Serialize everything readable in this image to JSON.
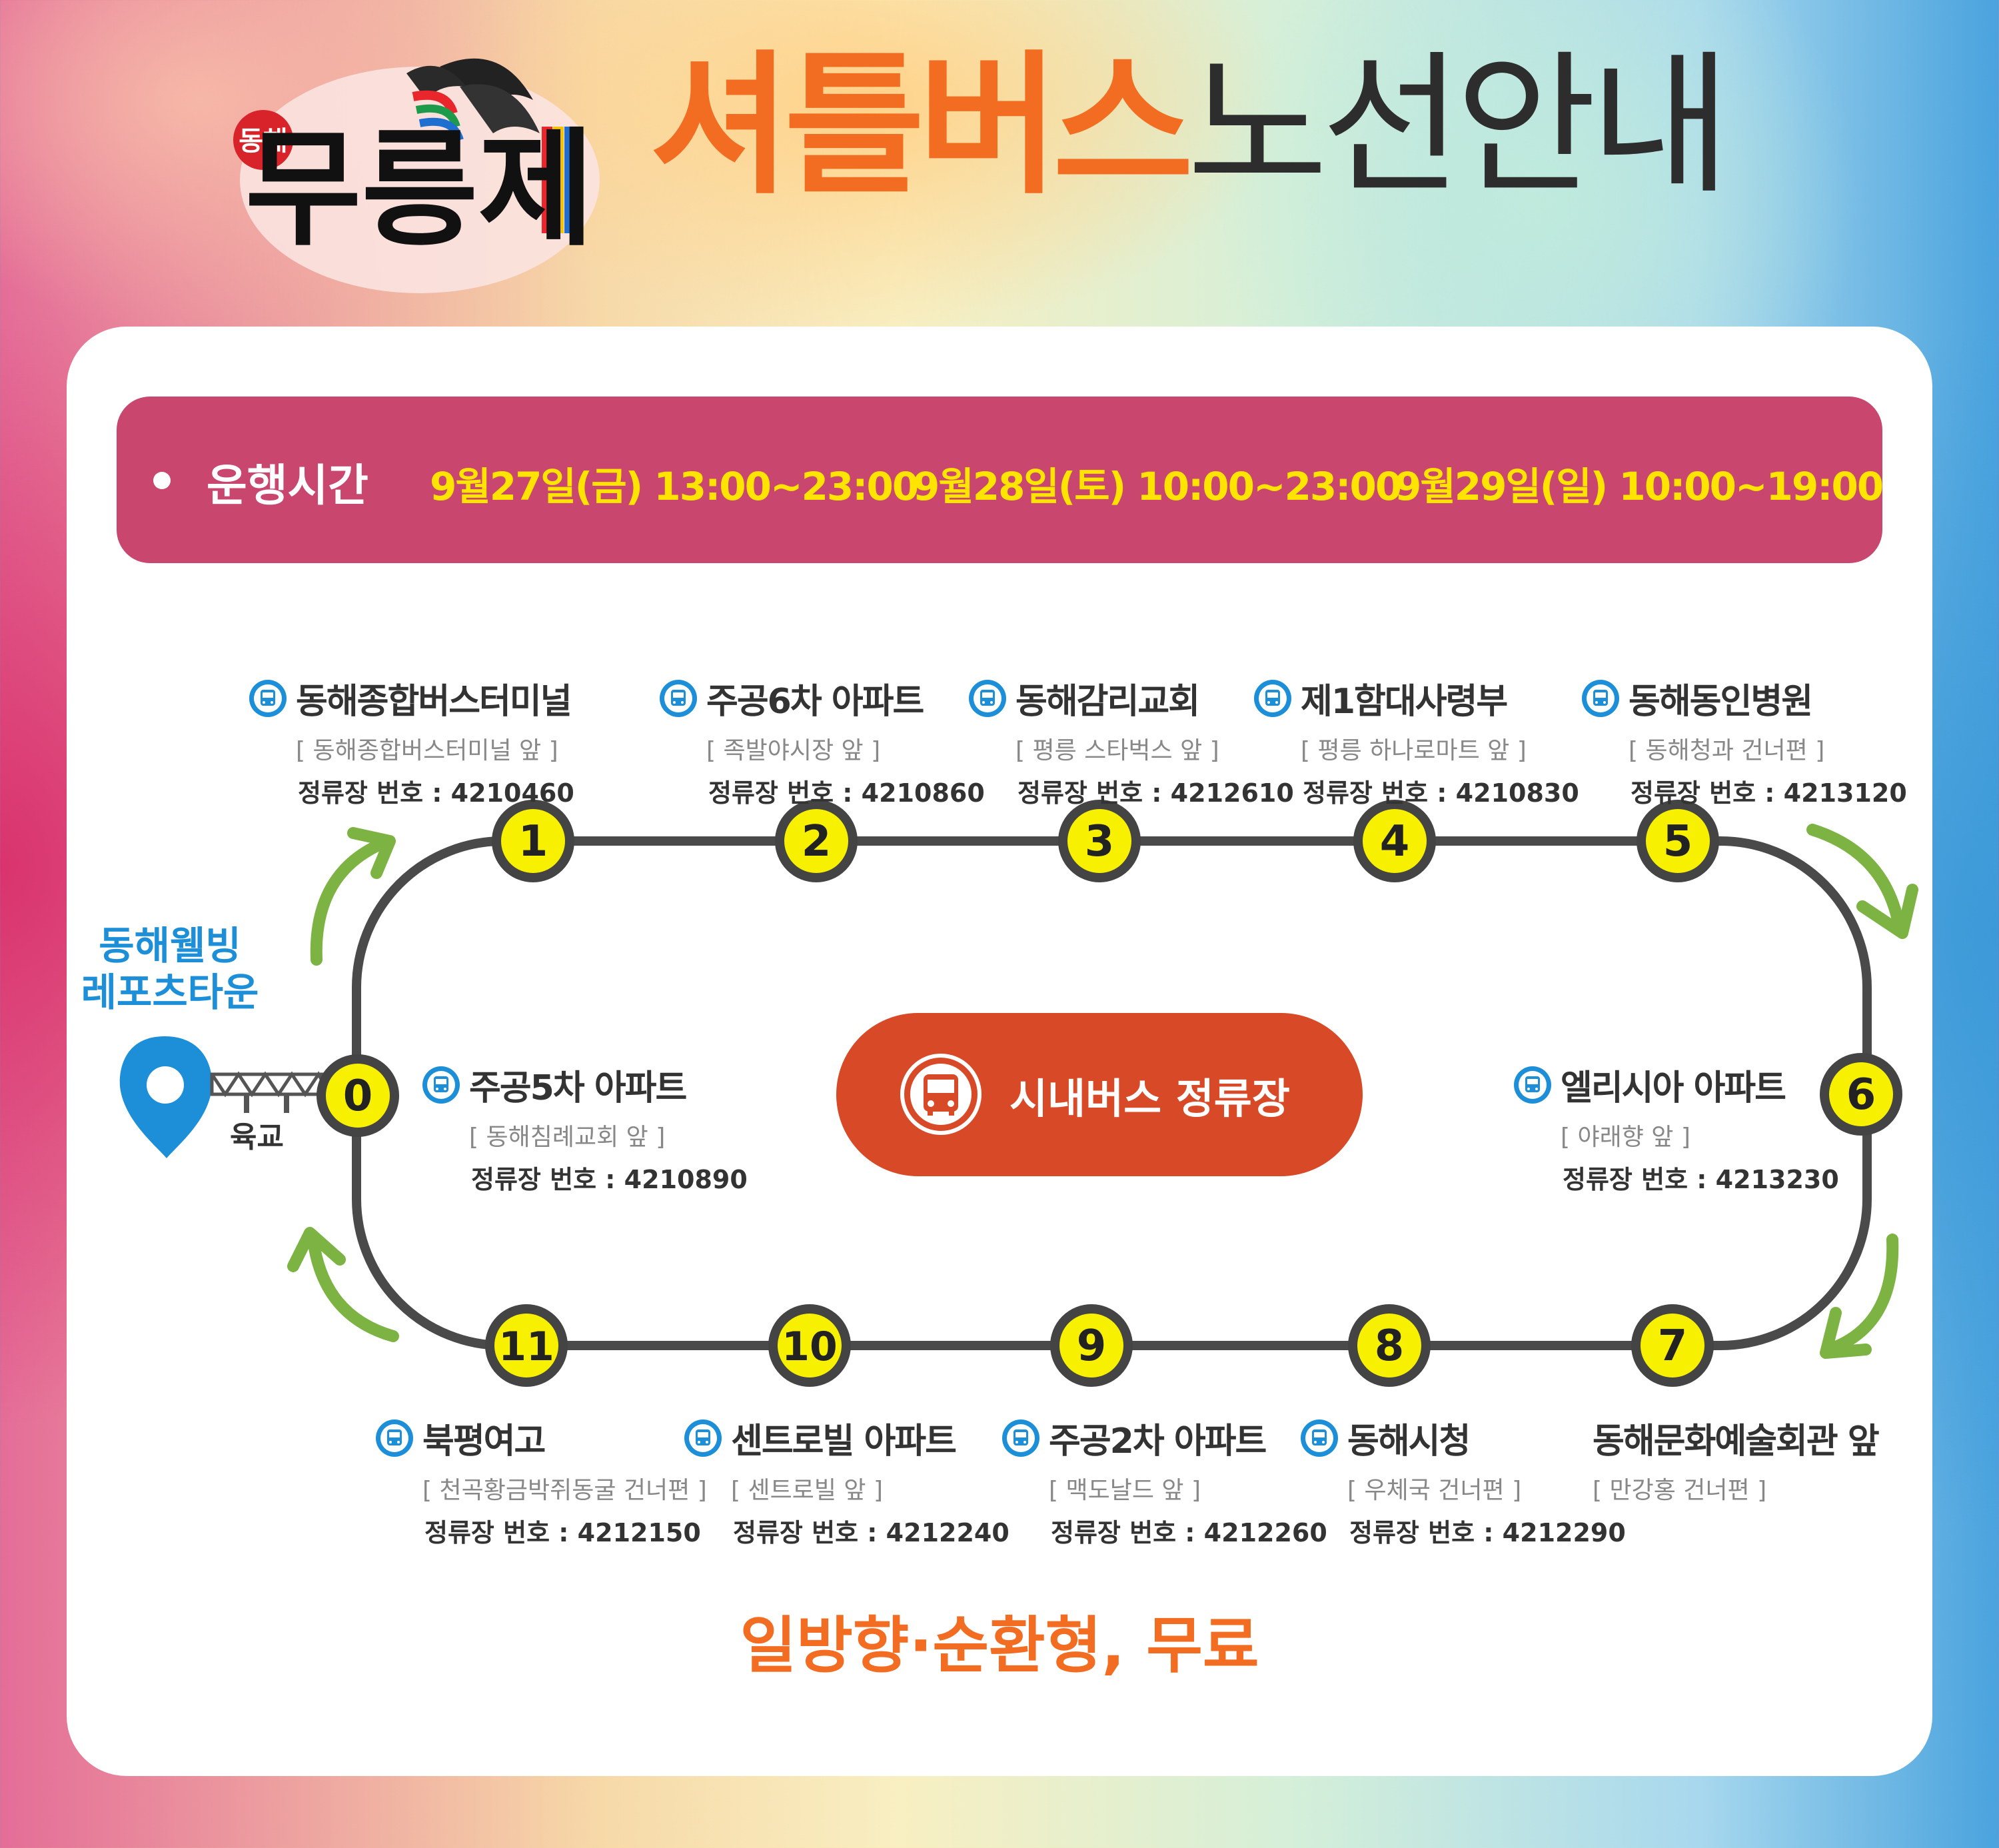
{
  "header": {
    "logo_text_small": "동해",
    "logo_text_main": "무릉제",
    "title_highlight": "셔틀버스",
    "title_rest": "노선안내"
  },
  "hours": {
    "label": "운행시간",
    "schedules": [
      "9월27일(금) 13:00~23:00",
      "9월28일(토) 10:00~23:00",
      "9월29일(일) 10:00~19:00"
    ]
  },
  "start": {
    "marker": "0",
    "label_line1": "동해웰빙",
    "label_line2": "레포츠타운",
    "bridge": "육교"
  },
  "center": {
    "label": "시내버스 정류장",
    "icon": "bus-icon"
  },
  "stops": [
    {
      "marker": "1",
      "name": "동해종합버스터미널",
      "sub": "[ 동해종합버스터미널 앞 ]",
      "num": "정류장 번호 : 4210460"
    },
    {
      "marker": "2",
      "name": "주공6차 아파트",
      "sub": "[ 족발야시장 앞 ]",
      "num": "정류장 번호 : 4210860"
    },
    {
      "marker": "3",
      "name": "동해감리교회",
      "sub": "[ 평릉 스타벅스 앞 ]",
      "num": "정류장 번호 : 4212610"
    },
    {
      "marker": "4",
      "name": "제1함대사령부",
      "sub": "[ 평릉 하나로마트 앞 ]",
      "num": "정류장 번호 : 4210830"
    },
    {
      "marker": "5",
      "name": "동해동인병원",
      "sub": "[ 동해청과 건너편 ]",
      "num": "정류장 번호 : 4213120"
    },
    {
      "marker": "6",
      "name": "엘리시아 아파트",
      "sub": "[ 야래향 앞 ]",
      "num": "정류장 번호 : 4213230"
    },
    {
      "marker": "7",
      "name": "동해문화예술회관 앞",
      "sub": "[ 만강홍 건너편 ]",
      "num": ""
    },
    {
      "marker": "8",
      "name": "동해시청",
      "sub": "[ 우체국 건너편 ]",
      "num": "정류장 번호 : 4212290"
    },
    {
      "marker": "9",
      "name": "주공2차 아파트",
      "sub": "[ 맥도날드 앞 ]",
      "num": "정류장 번호 : 4212260"
    },
    {
      "marker": "10",
      "name": "센트로빌 아파트",
      "sub": "[ 센트로빌 앞 ]",
      "num": "정류장 번호 : 4212240"
    },
    {
      "marker": "11",
      "name": "북평여고",
      "sub": "[ 천곡황금박쥐동굴 건너편 ]",
      "num": "정류장 번호 : 4212150"
    },
    {
      "marker": "",
      "name": "주공5차 아파트",
      "sub": "[ 동해침례교회 앞 ]",
      "num": "정류장 번호 : 4210890"
    }
  ],
  "footer": "일방향·순환형, 무료",
  "colors": {
    "accent_orange": "#f26d22",
    "hours_bg": "#c9476e",
    "hours_text": "#ffe400",
    "marker_fill": "#f7f000",
    "route_line": "#4a4a4a",
    "arrow_green": "#7cb342",
    "center_btn": "#d84a27",
    "pin_blue": "#1c8fd8"
  }
}
